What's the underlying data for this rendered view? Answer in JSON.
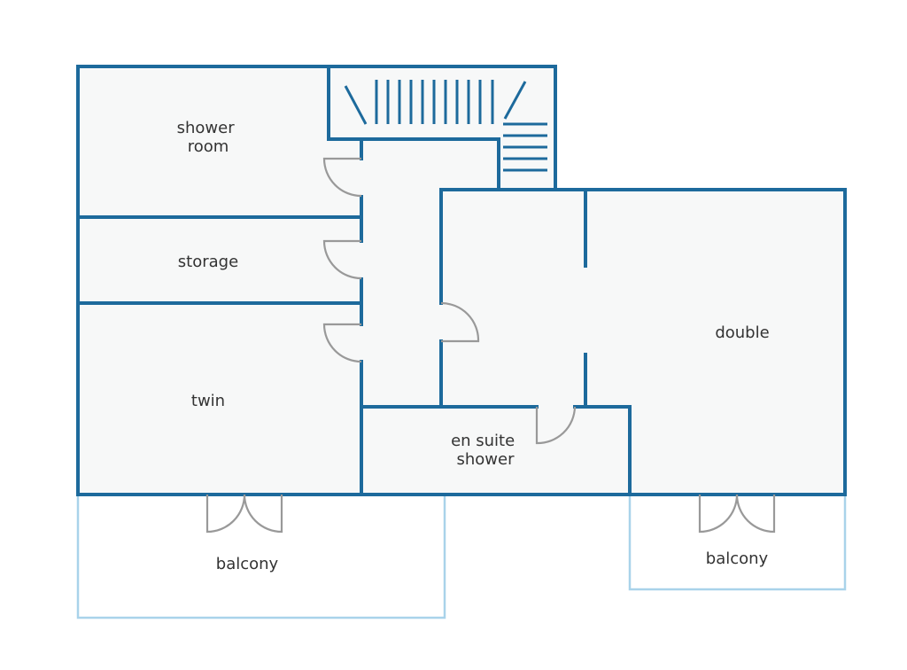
{
  "floorplan": {
    "rooms": {
      "shower_room": [
        "shower",
        "room"
      ],
      "storage": "storage",
      "twin": "twin",
      "en_suite": [
        "en suite",
        "shower"
      ],
      "double": "double",
      "balcony_left": "balcony",
      "balcony_right": "balcony"
    }
  },
  "colors": {
    "wall": "#1d6a9c",
    "balcony_rail": "#a9d3ea",
    "door": "#999999",
    "floor": "#f7f8f8",
    "label": "#333333"
  }
}
